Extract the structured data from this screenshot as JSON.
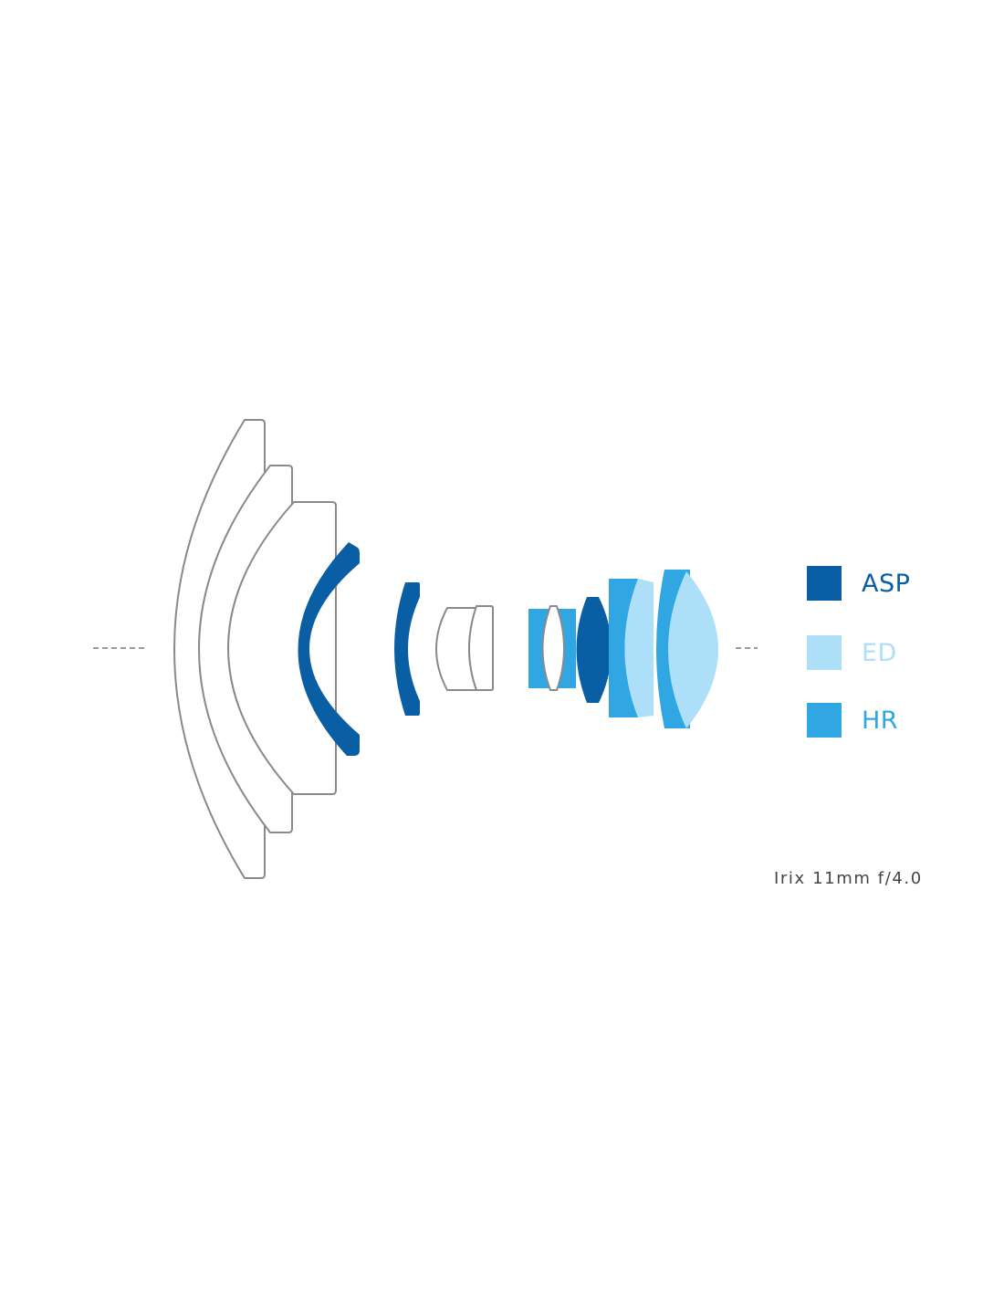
{
  "colors": {
    "asp": "#0a5ea3",
    "ed": "#addff8",
    "hr": "#30a7e3",
    "outline": "#8a8a8a"
  },
  "legend": {
    "items": [
      {
        "key": "asp",
        "label": "ASP",
        "color": "#0a5ea3"
      },
      {
        "key": "ed",
        "label": "ED",
        "color": "#addff8"
      },
      {
        "key": "hr",
        "label": "HR",
        "color": "#30a7e3"
      }
    ]
  },
  "caption": "Irix 11mm f/4.0"
}
